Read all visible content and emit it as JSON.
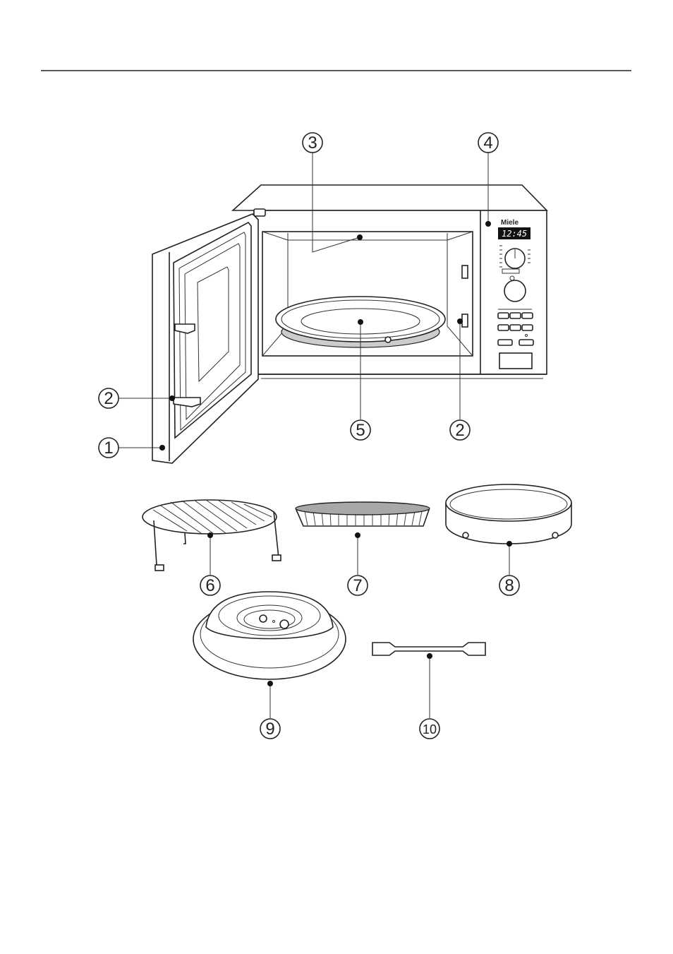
{
  "device": {
    "brand": "Miele",
    "display_time": "12:45"
  },
  "callouts": [
    {
      "label": "1",
      "part": "door"
    },
    {
      "label": "2",
      "part": "door-safety-catch"
    },
    {
      "label": "3",
      "part": "cavity-light"
    },
    {
      "label": "4",
      "part": "control-panel"
    },
    {
      "label": "5",
      "part": "turntable"
    },
    {
      "label": "2",
      "part": "door-safety-catch-slot"
    },
    {
      "label": "6",
      "part": "wire-rack"
    },
    {
      "label": "7",
      "part": "flan-dish"
    },
    {
      "label": "8",
      "part": "turntable-ring"
    },
    {
      "label": "9",
      "part": "cover"
    },
    {
      "label": "10",
      "part": "turntable-key"
    }
  ]
}
